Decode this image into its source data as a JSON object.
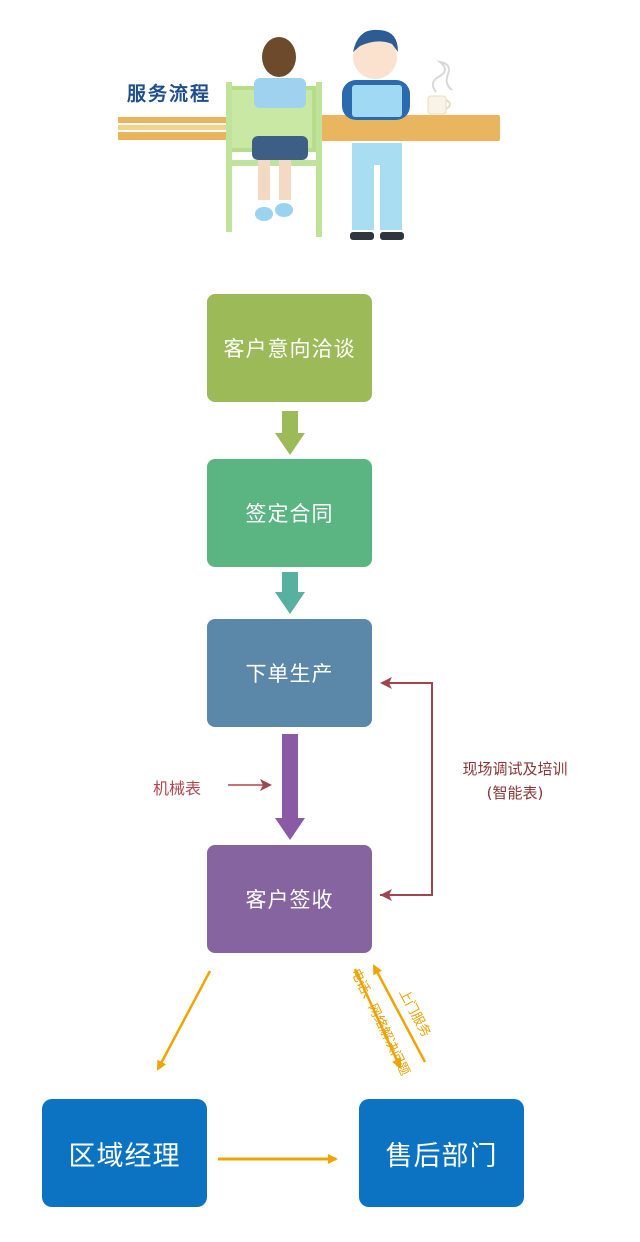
{
  "hero": {
    "title": "服务流程"
  },
  "steps": {
    "step1": "客户意向洽谈",
    "step2": "签定合同",
    "step3": "下单生产",
    "step4": "客户签收"
  },
  "bottom": {
    "left": "区域经理",
    "right": "售后部门"
  },
  "labels": {
    "mechanical": "机械表",
    "onsite_line1": "现场调试及培训",
    "onsite_line2": "(智能表)",
    "phone_network": "电话、网络解决问题",
    "door_service": "上门服务"
  },
  "colors": {
    "step1": "#9cbb58",
    "step2": "#5bb582",
    "step3": "#5b87a8",
    "step4": "#8564a0",
    "bottom": "#0c73c2",
    "orange": "#f0a400",
    "red_arrow": "#a04550"
  }
}
